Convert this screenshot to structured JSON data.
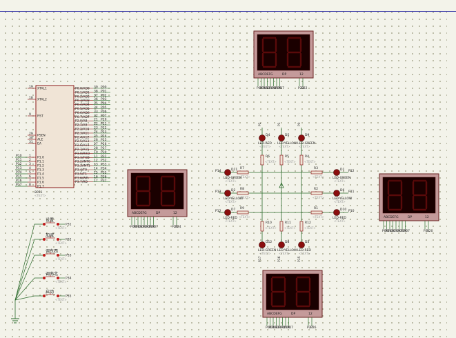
{
  "displays": {
    "top": {
      "seg_label": "ABCDEFG",
      "dp_label": "DP",
      "digit_label": "12"
    },
    "left": {
      "seg_label": "ABCDEFG",
      "dp_label": "DP",
      "digit_label": "12"
    },
    "right": {
      "seg_label": "ABCDEFG",
      "dp_label": "DP",
      "digit_label": "12"
    },
    "bottom": {
      "seg_label": "ABCDEFG",
      "dp_label": "DP",
      "digit_label": "12"
    }
  },
  "mcu": {
    "name": "8051",
    "left_pins": [
      "XTAL1",
      "XTAL2",
      "RST",
      "PSEN",
      "ALE",
      "EA",
      "P1.0",
      "P1.1",
      "P1.2",
      "P1.3",
      "P1.4",
      "P1.5",
      "P1.6",
      "P1.7"
    ],
    "left_pin_numbers": [
      "19",
      "18",
      "9",
      "29",
      "30",
      "31",
      "1",
      "2",
      "3",
      "4",
      "5",
      "6",
      "7",
      "8"
    ],
    "left_nets": [
      "",
      "",
      "",
      "",
      "",
      "",
      "P10",
      "P11",
      "P12",
      "P13",
      "P14",
      "P15",
      "P16",
      "P17"
    ],
    "right_pins": [
      "P0.0/AD0",
      "P0.1/AD1",
      "P0.2/AD2",
      "P0.3/AD3",
      "P0.4/AD4",
      "P0.5/AD5",
      "P0.6/AD6",
      "P0.7/AD7",
      "P2.0/A8",
      "P2.1/A9",
      "P2.2/A10",
      "P2.3/A11",
      "P2.4/A12",
      "P2.5/A13",
      "P2.6/A14",
      "P2.7/A15",
      "P3.0/RXD",
      "P3.1/TXD",
      "P3.2/INT0",
      "P3.3/INT1",
      "P3.4/T0",
      "P3.5/T1",
      "P3.6/WR",
      "P3.7/RD"
    ],
    "right_pin_numbers": [
      "39",
      "38",
      "37",
      "36",
      "35",
      "34",
      "33",
      "32",
      "21",
      "22",
      "23",
      "24",
      "25",
      "26",
      "27",
      "28",
      "10",
      "11",
      "12",
      "13",
      "14",
      "15",
      "16",
      "17"
    ],
    "right_nets": [
      "P00",
      "P01",
      "P02",
      "P03",
      "P04",
      "P05",
      "P06",
      "P07",
      "P20",
      "P21",
      "P22",
      "P23",
      "P24",
      "P25",
      "P26",
      "P27",
      "P30",
      "P31",
      "P32",
      "P33",
      "P34",
      "P35",
      "P36",
      "P37"
    ]
  },
  "buttons": [
    {
      "label": "设置",
      "net": "P31"
    },
    {
      "label": "加减",
      "net": "P32"
    },
    {
      "label": "调东西",
      "net": "P33"
    },
    {
      "label": "调南北",
      "net": "P34"
    },
    {
      "label": "启动",
      "net": "P35"
    }
  ],
  "leds": [
    {
      "ref": "D4",
      "type": "LED-RED"
    },
    {
      "ref": "D5",
      "type": "LED-YELLOW"
    },
    {
      "ref": "D9",
      "type": "LED-GREEN"
    },
    {
      "ref": "D11",
      "type": "LED-GREEN"
    },
    {
      "ref": "D2",
      "type": "LED-YELLOW"
    },
    {
      "ref": "D7",
      "type": "LED-RED"
    },
    {
      "ref": "D1",
      "type": "LED-GREEN"
    },
    {
      "ref": "D6",
      "type": "LED-YELLOW"
    },
    {
      "ref": "D10",
      "type": "LED-RED"
    },
    {
      "ref": "D12",
      "type": "LED-GREEN"
    },
    {
      "ref": "D8",
      "type": "LED-YELLOW"
    },
    {
      "ref": "D3",
      "type": "LED-RED"
    }
  ],
  "resistors": [
    "R6",
    "R5",
    "R4",
    "R7",
    "R8",
    "R9",
    "R3",
    "R2",
    "R1",
    "R10",
    "R11",
    "R12"
  ],
  "led_nets": {
    "top": [
      "P2",
      "P1",
      "P0"
    ],
    "left": [
      "P14",
      "P13",
      "P12"
    ],
    "right": [
      "P12",
      "P11",
      "P10"
    ],
    "bottom": [
      "P17",
      "P16",
      "P15"
    ]
  },
  "display_nets": {
    "top": [
      "P23",
      "P22"
    ],
    "left": [
      "P25",
      "P24"
    ],
    "right": [
      "P21",
      "P20"
    ],
    "bottom": [
      "P27",
      "P26"
    ]
  },
  "text_placeholder": "<TEXT>"
}
